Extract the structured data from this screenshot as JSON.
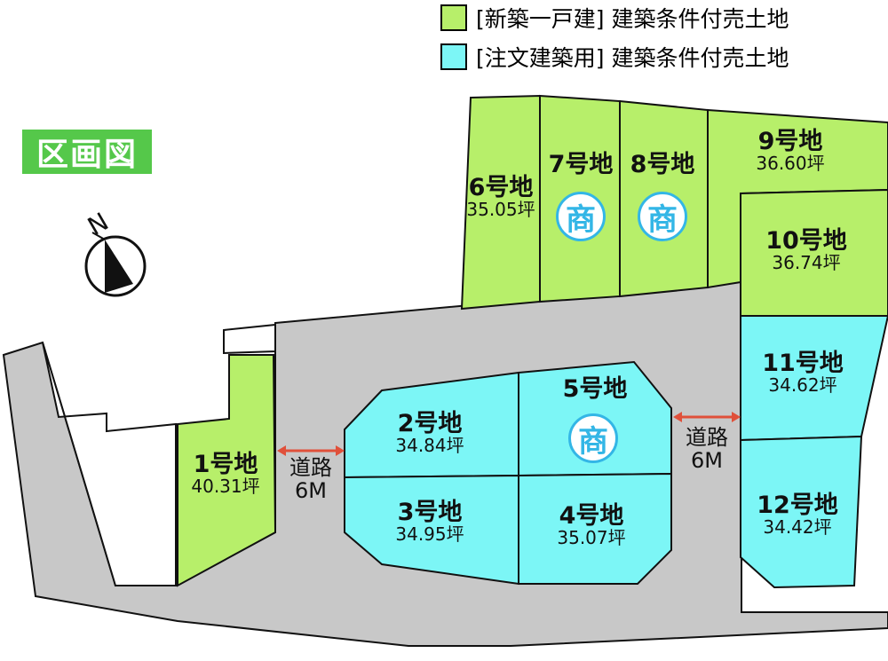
{
  "colors": {
    "new_house_lot": "#b7ef6a",
    "custom_build_lot": "#7cf6f6",
    "road": "#c8c8c8",
    "title_bg": "#55c84a",
    "shop_badge": "#33b6e6",
    "road_arrow": "#e0503a"
  },
  "legend": [
    {
      "label": "[新築一戸建] 建築条件付売土地",
      "color": "#b7ef6a"
    },
    {
      "label": "[注文建築用] 建築条件付売土地",
      "color": "#7cf6f6"
    }
  ],
  "title": "区画図",
  "compass": {
    "label": "N",
    "icon": "north-arrow-icon"
  },
  "lots": [
    {
      "id": 1,
      "name": "1号地",
      "area": "40.31坪",
      "type": "new_house"
    },
    {
      "id": 2,
      "name": "2号地",
      "area": "34.84坪",
      "type": "custom_build"
    },
    {
      "id": 3,
      "name": "3号地",
      "area": "34.95坪",
      "type": "custom_build"
    },
    {
      "id": 4,
      "name": "4号地",
      "area": "35.07坪",
      "type": "custom_build"
    },
    {
      "id": 5,
      "name": "5号地",
      "type": "custom_build",
      "badge": "商"
    },
    {
      "id": 6,
      "name": "6号地",
      "area": "35.05坪",
      "type": "new_house"
    },
    {
      "id": 7,
      "name": "7号地",
      "type": "new_house",
      "badge": "商"
    },
    {
      "id": 8,
      "name": "8号地",
      "type": "new_house",
      "badge": "商"
    },
    {
      "id": 9,
      "name": "9号地",
      "area": "36.60坪",
      "type": "new_house"
    },
    {
      "id": 10,
      "name": "10号地",
      "area": "36.74坪",
      "type": "new_house"
    },
    {
      "id": 11,
      "name": "11号地",
      "area": "34.62坪",
      "type": "custom_build"
    },
    {
      "id": 12,
      "name": "12号地",
      "area": "34.42坪",
      "type": "custom_build"
    }
  ],
  "roads": [
    {
      "line1": "道路",
      "line2": "6M"
    },
    {
      "line1": "道路",
      "line2": "6M"
    }
  ]
}
